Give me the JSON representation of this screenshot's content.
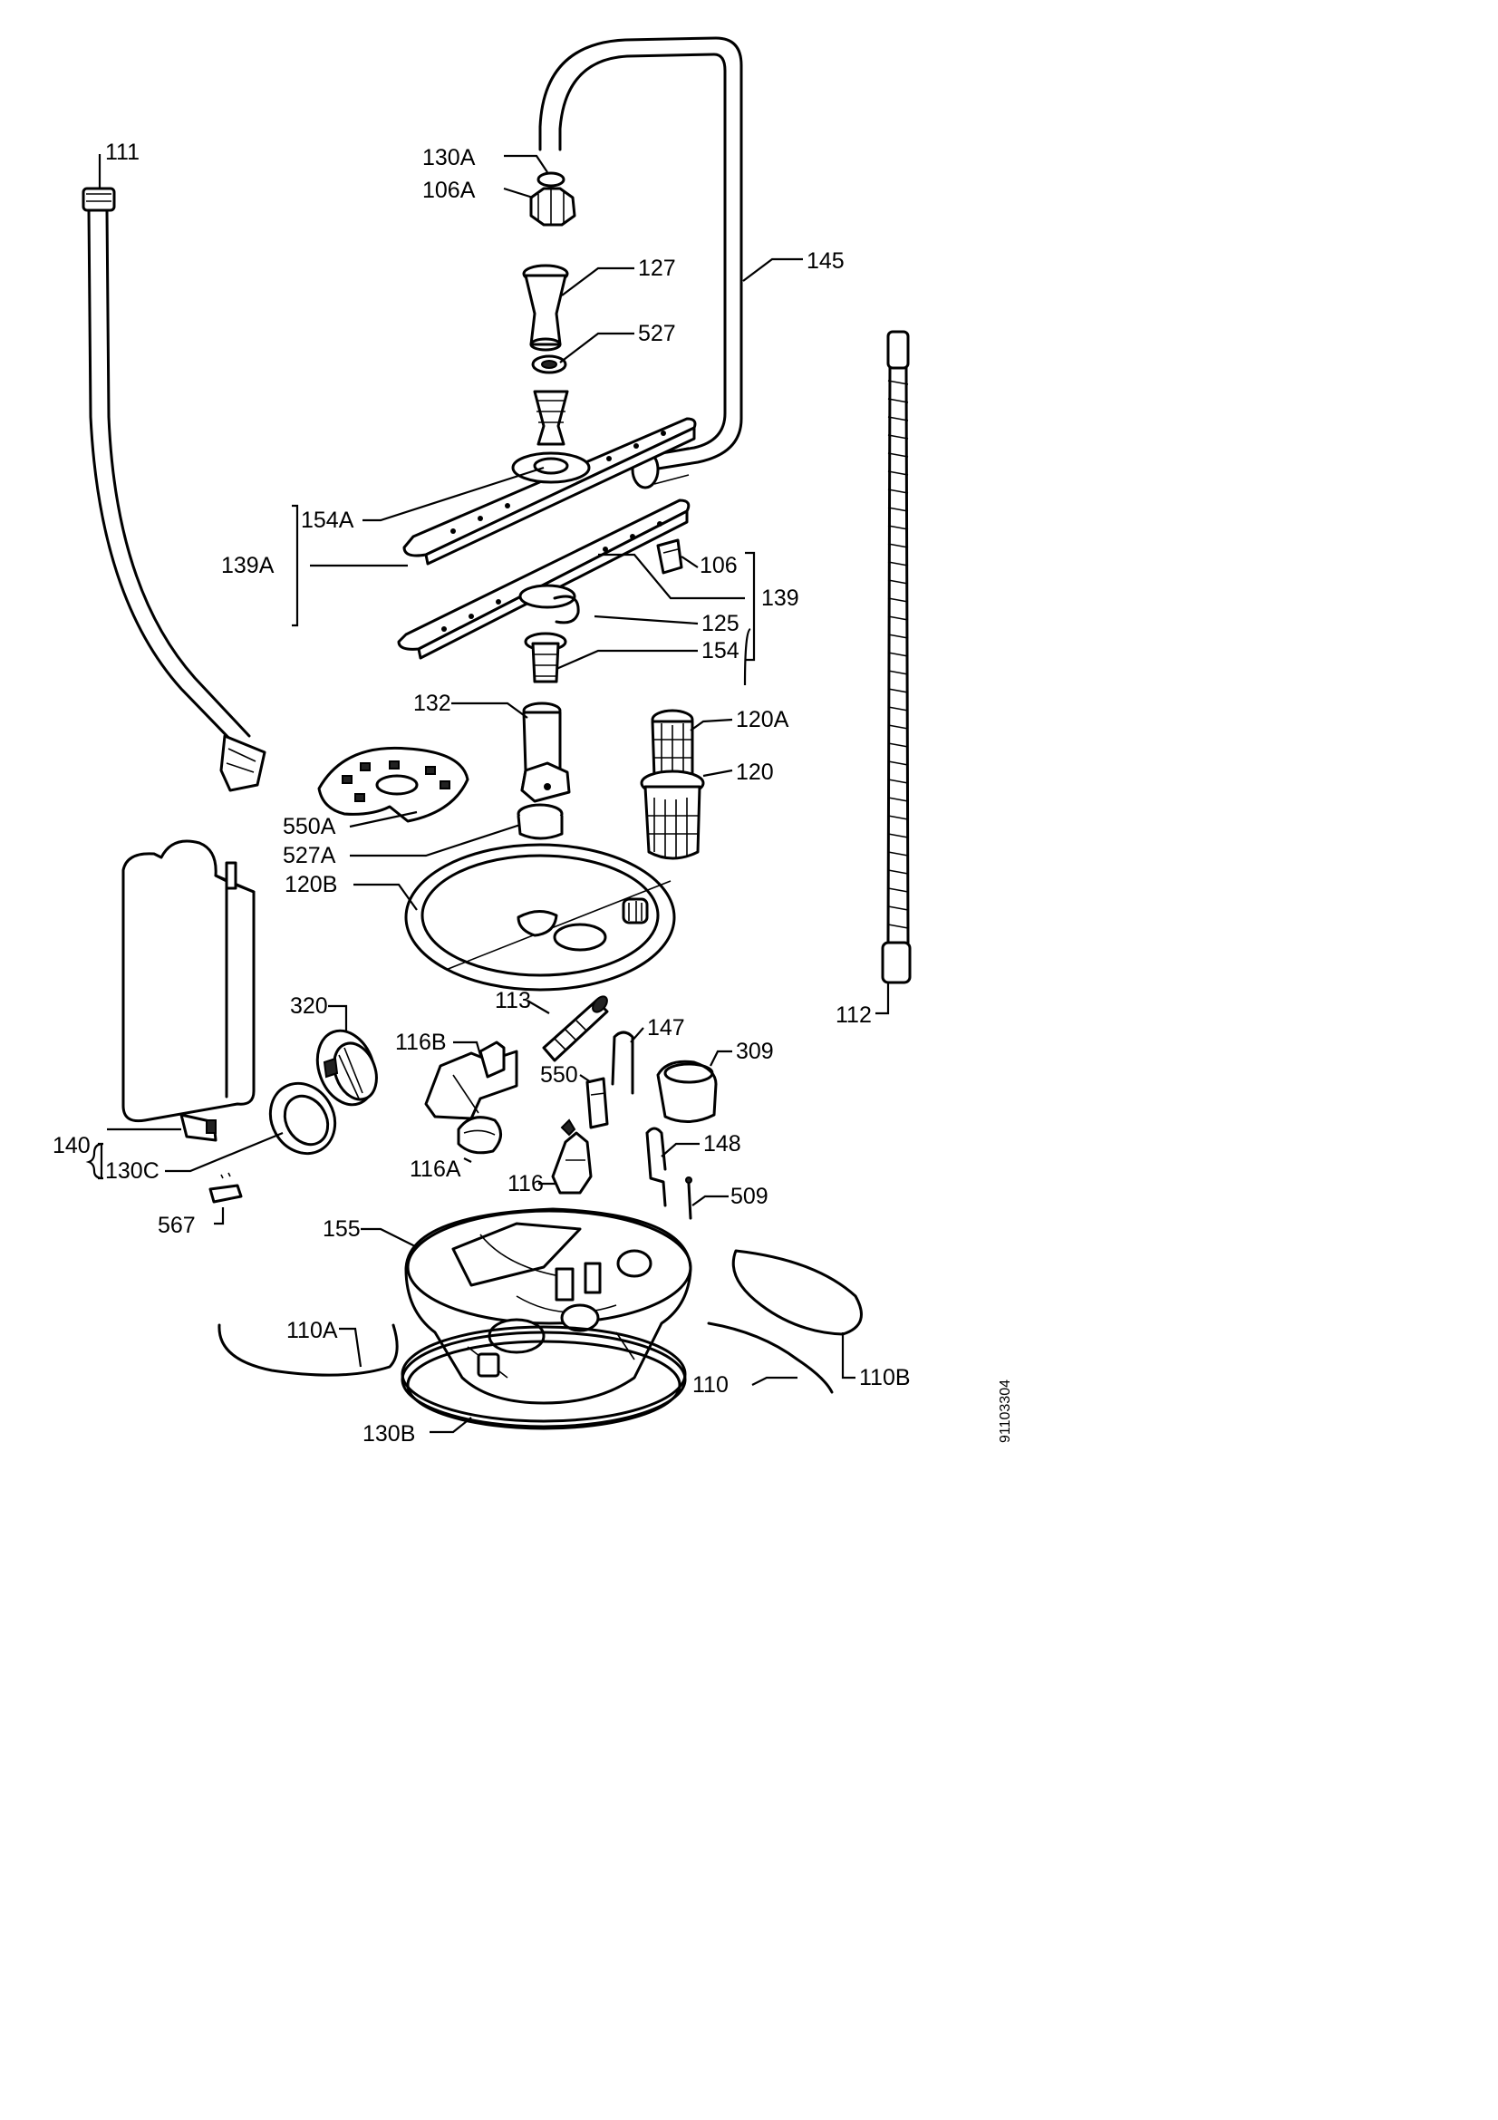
{
  "labels": {
    "l111": "111",
    "l130A": "130A",
    "l106A": "106A",
    "l127": "127",
    "l145": "145",
    "l527": "527",
    "l154A": "154A",
    "l139A": "139A",
    "l106": "106",
    "l139": "139",
    "l125": "125",
    "l154": "154",
    "l132": "132",
    "l120A": "120A",
    "l120": "120",
    "l550A": "550A",
    "l527A": "527A",
    "l120B": "120B",
    "l112": "112",
    "l320": "320",
    "l113": "113",
    "l147": "147",
    "l309": "309",
    "l116B": "116B",
    "l550": "550",
    "l148": "148",
    "l140": "140",
    "l130C": "130C",
    "l116A": "116A",
    "l116": "116",
    "l509": "509",
    "l567": "567",
    "l155": "155",
    "l110A": "110A",
    "l110B": "110B",
    "l110": "110",
    "l130B": "130B"
  },
  "document_number": "91103304"
}
